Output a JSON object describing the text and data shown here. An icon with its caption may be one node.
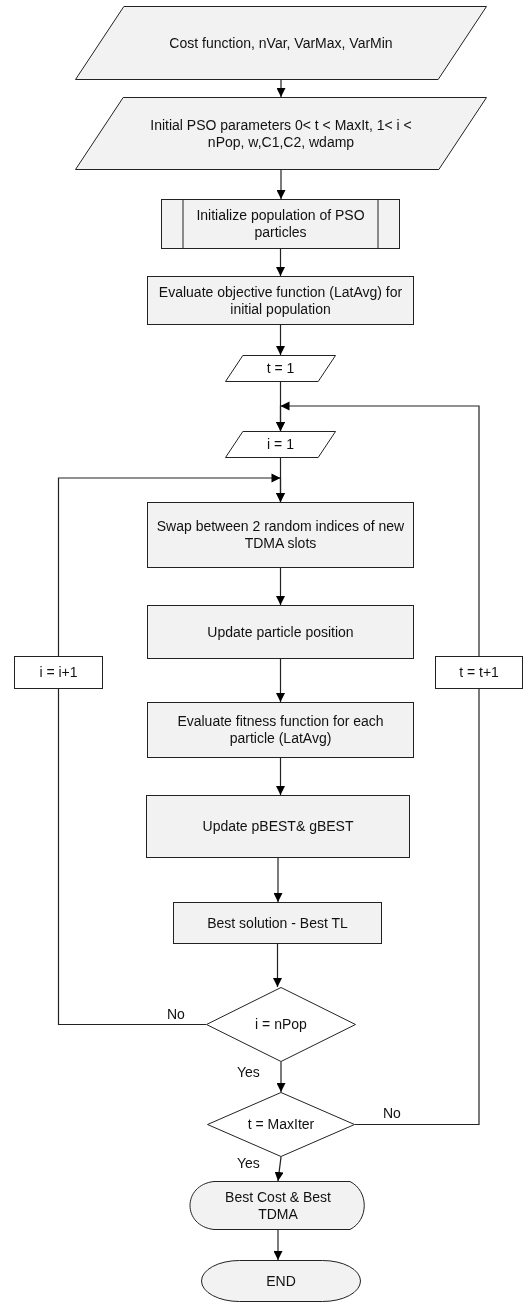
{
  "diagram": {
    "nodes": [
      {
        "text": [
          "Cost function, nVar, VarMax, VarMin"
        ]
      },
      {
        "text": [
          "Initial PSO parameters 0< t < MaxIt, 1< i < nPop, w,C1,C2, wdamp"
        ]
      },
      {
        "text": [
          "Initialize population of PSO particles"
        ]
      },
      {
        "text": [
          "Evaluate objective  function (LatAvg) for initial population"
        ]
      },
      {
        "text": [
          "t = 1"
        ]
      },
      {
        "text": [
          "i = 1"
        ]
      },
      {
        "text": [
          "Swap between 2 random indices of new TDMA slots"
        ]
      },
      {
        "text": [
          "Update particle position"
        ]
      },
      {
        "text": [
          "Evaluate fitness function for each particle (LatAvg)"
        ]
      },
      {
        "text": [
          "Update pBEST& gBEST"
        ]
      },
      {
        "text": [
          "Best solution - Best TL"
        ]
      },
      {
        "text": [
          "i = nPop"
        ]
      },
      {
        "text": [
          "t = MaxIter"
        ]
      },
      {
        "text": [
          "Best Cost & Best TDMA"
        ]
      },
      {
        "text": [
          "END"
        ]
      },
      {
        "text": [
          "i = i+1"
        ]
      },
      {
        "text": [
          "t = t+1"
        ]
      }
    ],
    "edges": [
      {
        "from": 0,
        "to": 1,
        "arrow": "to"
      },
      {
        "from": 1,
        "to": 2,
        "arrow": "to"
      },
      {
        "from": 2,
        "to": 3,
        "arrow": "to"
      },
      {
        "from": 3,
        "to": 4,
        "arrow": "to"
      },
      {
        "from": 4,
        "to": 5,
        "arrow": "to"
      },
      {
        "from": 5,
        "to": 6,
        "arrow": "to"
      },
      {
        "from": 6,
        "to": 7,
        "arrow": "to"
      },
      {
        "from": 7,
        "to": 8,
        "arrow": "to"
      },
      {
        "from": 8,
        "to": 9,
        "arrow": "to"
      },
      {
        "from": 9,
        "to": 10,
        "arrow": "to"
      },
      {
        "from": 10,
        "to": 11,
        "arrow": "to"
      },
      {
        "from": 11,
        "to": 12,
        "label": "Yes",
        "arrow": "to"
      },
      {
        "from": 12,
        "to": 13,
        "label": "Yes",
        "arrow": "to"
      },
      {
        "from": 13,
        "to": 14,
        "arrow": "to"
      },
      {
        "from": 11,
        "to": 15,
        "label": "No",
        "arrow": "none"
      },
      {
        "from": 15,
        "to": 6,
        "arrow": "to"
      },
      {
        "from": 12,
        "to": 16,
        "label": "No",
        "arrow": "none"
      },
      {
        "from": 16,
        "to": 5,
        "arrow": "to"
      }
    ]
  }
}
